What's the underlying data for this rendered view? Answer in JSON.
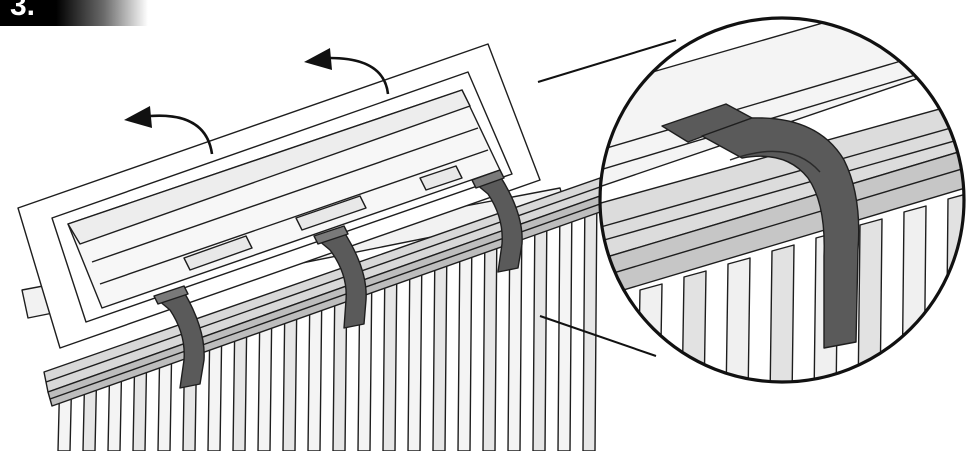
{
  "step": {
    "number": "3."
  },
  "colors": {
    "outline": "#1e1e1e",
    "clip": "#5a5a5a",
    "rail_shade": "#d8d8d8",
    "picket": "#e6e6e6",
    "background": "#ffffff"
  },
  "illustration": {
    "arrows": [
      "rotate-left-arrow-icon",
      "rotate-left-arrow-icon"
    ],
    "clips_on_rail": 3,
    "detail_callout": "magnifier-circle"
  }
}
